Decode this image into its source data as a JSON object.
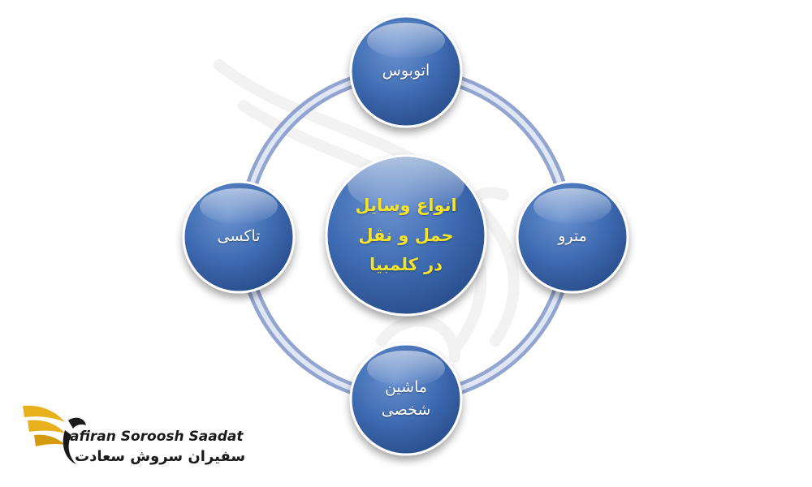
{
  "diagram": {
    "center": {
      "lines": [
        "انواع وسایل",
        "حمل و نقل",
        "در کلمبیا"
      ],
      "text_color": "#f5e22a"
    },
    "nodes": [
      {
        "id": "bus",
        "label": "اتوبوس"
      },
      {
        "id": "metro",
        "label": "مترو"
      },
      {
        "id": "car",
        "label": "ماشین شخصی"
      },
      {
        "id": "taxi",
        "label": "تاکسی"
      }
    ],
    "colors": {
      "node_fill": "#3e6bb2",
      "node_dark": "#2a4f8f",
      "ring": "#7f95c8",
      "ring_light": "#dfe6f4"
    }
  },
  "logo": {
    "text_en": "afiran Soroosh Saadat",
    "text_fa": "سفیران سروش سعادت",
    "colors": {
      "wing": "#e8b11c",
      "text": "#1a1a1a"
    }
  }
}
